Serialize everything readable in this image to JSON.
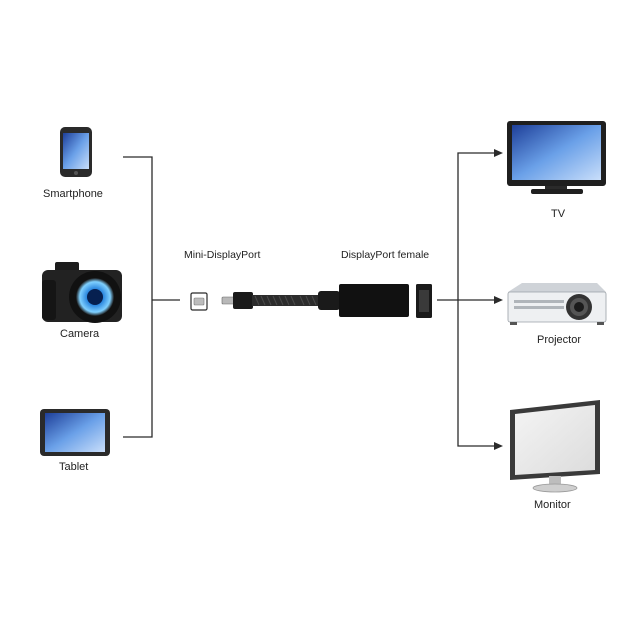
{
  "sources": [
    {
      "label": "Smartphone",
      "icon": "smartphone-icon"
    },
    {
      "label": "Camera",
      "icon": "camera-icon"
    },
    {
      "label": "Tablet",
      "icon": "tablet-icon"
    }
  ],
  "adapter": {
    "input_label": "Mini-DisplayPort",
    "output_label": "DisplayPort female"
  },
  "targets": [
    {
      "label": "TV",
      "icon": "tv-icon"
    },
    {
      "label": "Projector",
      "icon": "projector-icon"
    },
    {
      "label": "Monitor",
      "icon": "monitor-icon"
    }
  ],
  "colors": {
    "line": "#2b2b2b",
    "screen_blue": "#4a7fd4",
    "device_dark": "#1f1f1f"
  }
}
